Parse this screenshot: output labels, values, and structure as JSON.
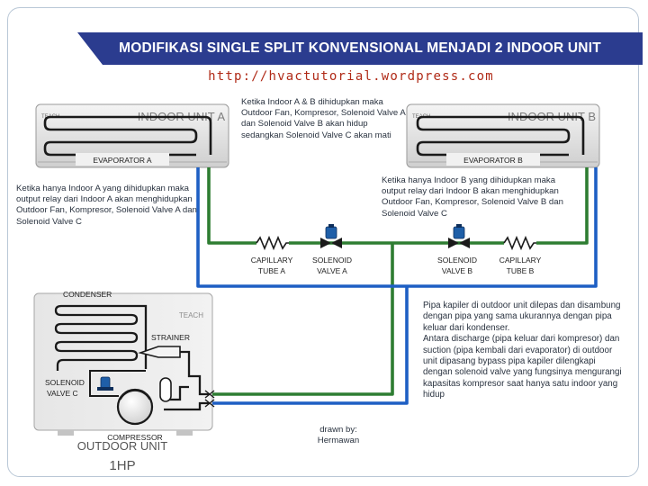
{
  "header": {
    "title": "MODIFIKASI SINGLE SPLIT KONVENSIONAL MENJADI 2 INDOOR UNIT",
    "url": "http://hvactutorial.wordpress.com"
  },
  "indoor_a": {
    "brand": "TEACH",
    "title": "INDOOR UNIT A",
    "evaporator_label": "EVAPORATOR A"
  },
  "indoor_b": {
    "brand": "TEACH",
    "title": "INDOOR UNIT B",
    "evaporator_label": "EVAPORATOR B"
  },
  "outdoor": {
    "brand": "TEACH",
    "condenser_label": "CONDENSER",
    "strainer_label": "STRAINER",
    "solenoid_label": [
      "SOLENOID",
      "VALVE C"
    ],
    "compressor_label": "COMPRESSOR",
    "unit_label": "OUTDOOR UNIT",
    "capacity_label": "1HP"
  },
  "components": {
    "capillary_a": [
      "CAPILLARY",
      "TUBE A"
    ],
    "solenoid_a": [
      "SOLENOID",
      "VALVE A"
    ],
    "solenoid_b": [
      "SOLENOID",
      "VALVE B"
    ],
    "capillary_b": [
      "CAPILLARY",
      "TUBE B"
    ]
  },
  "notes": {
    "both_on": "Ketika Indoor A & B dihidupkan maka Outdoor Fan, Kompresor, Solenoid Valve A dan Solenoid Valve B akan hidup sedangkan Solenoid Valve C akan mati",
    "a_only": "Ketika hanya Indoor A yang dihidupkan maka output relay dari Indoor A akan menghidupkan Outdoor Fan, Kompresor, Solenoid Valve A dan Solenoid Valve C",
    "b_only": "Ketika hanya Indoor B yang dihidupkan maka output relay dari Indoor B akan menghidupkan Outdoor Fan, Kompresor, Solenoid Valve B dan Solenoid Valve C",
    "capillary_para1": "Pipa kapiler di outdoor unit dilepas dan disambung dengan pipa yang sama ukurannya dengan pipa keluar dari kondenser.",
    "capillary_para2": "Antara discharge (pipa keluar dari kompresor) dan suction (pipa kembali dari evaporator) di outdoor unit dipasang bypass pipa kapiler dilengkapi dengan solenoid valve yang fungsinya mengurangi kapasitas kompresor saat hanya satu indoor yang hidup",
    "credit_line1": "drawn by:",
    "credit_line2": "Hermawan"
  },
  "colors": {
    "banner": "#2b3c8f",
    "url": "#b02a17",
    "liquid_pipe": "#2e7d32",
    "suction_pipe": "#1e5fc4",
    "solenoid_valve": "#1f5fa8"
  }
}
